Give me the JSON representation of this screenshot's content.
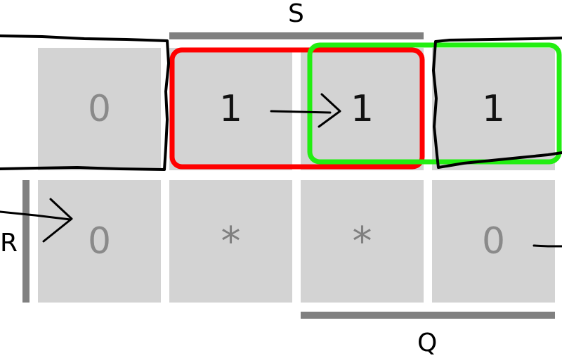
{
  "labels": {
    "s": "S",
    "r": "R",
    "q": "Q"
  },
  "cells": {
    "r0c0": "0",
    "r0c1": "1",
    "r0c2": "1",
    "r0c3": "1",
    "r1c0": "0",
    "r1c1": "*",
    "r1c2": "*",
    "r1c3": "0"
  },
  "colors": {
    "cell_fill": "#d3d3d3",
    "bar": "#808080",
    "group_red": "#ff0000",
    "group_green": "#22ee11",
    "ink": "#000000"
  }
}
